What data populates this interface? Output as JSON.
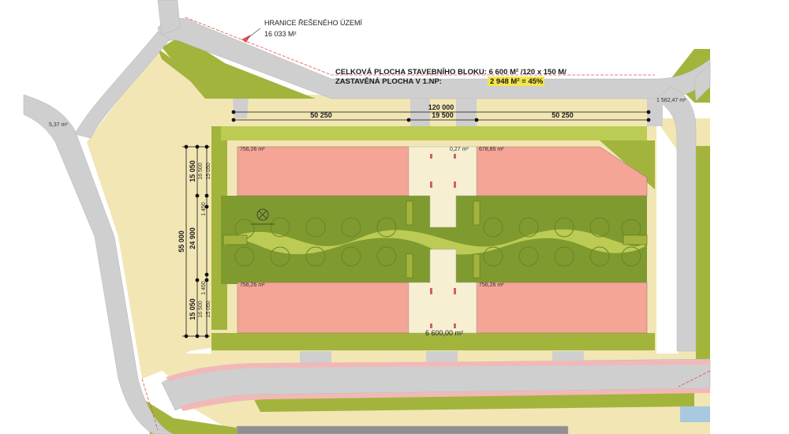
{
  "boundary": {
    "label": "HRANICE ŘEŠENÉHO ÚZEMÍ",
    "area": "16 033 M²"
  },
  "block_info": {
    "line1": "CELKOVÁ PLOCHA STAVEBNÍHO BLOKU: 6 600 M² /120 x 150 M/",
    "line2_label": "ZASTAVĚNÁ PLOCHA V 1.NP:",
    "line2_value": "2 948 M² = 45%",
    "highlight_color": "#f2e64a"
  },
  "dimensions": {
    "total_width": "120 000",
    "left_span": "50 250",
    "mid_span": "19 500",
    "right_span": "50 250",
    "total_depth": "55 000",
    "court_depth": "24 900",
    "upper_block_a": "15 050",
    "upper_block_b": "16 500",
    "upper_block_c": "15 050",
    "upper_gap": "1 450",
    "lower_block_a": "15 050",
    "lower_block_b": "16 500",
    "lower_block_c": "15 050",
    "lower_gap": "1 450"
  },
  "areas": {
    "top_left": "756,26 m²",
    "top_right": "678,85 m²",
    "top_mid": "0,27 m²",
    "bottom_left": "756,26 m²",
    "bottom_right": "756,26 m²",
    "block_total": "6 600,00 m²",
    "edge_right": "1 562,47 m²",
    "edge_left": "5,37 m²"
  },
  "colors": {
    "building": "#f4a596",
    "green": "#a3b43c",
    "green_light": "#bccb54",
    "court": "#7f9a2e",
    "paving": "#f2e6b4",
    "road": "#cfcfcf",
    "tram": "#f2b8b8",
    "water": "#a9c9e0",
    "boundary_line": "#e25050"
  }
}
